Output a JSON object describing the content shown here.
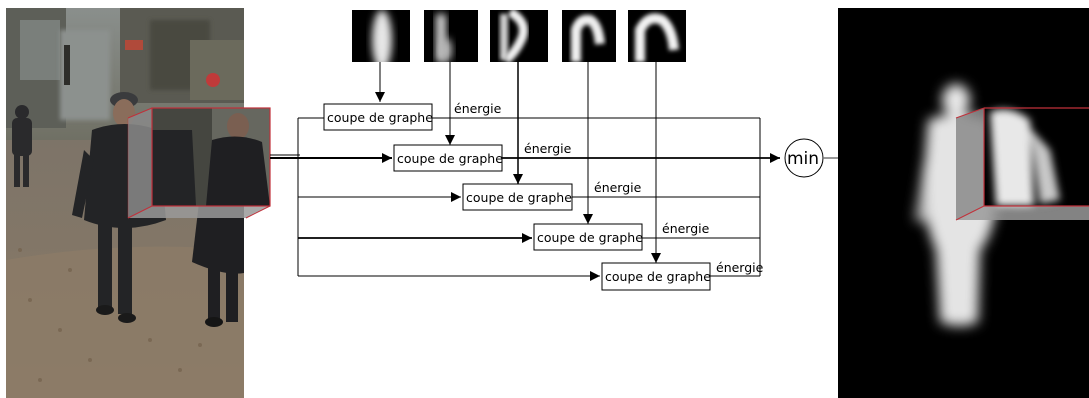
{
  "graph_cut_boxes": [
    {
      "label": "coupe de graphe"
    },
    {
      "label": "coupe de graphe"
    },
    {
      "label": "coupe de graphe"
    },
    {
      "label": "coupe de graphe"
    },
    {
      "label": "coupe de graphe"
    }
  ],
  "energy_labels": [
    "énergie",
    "énergie",
    "énergie",
    "énergie",
    "énergie"
  ],
  "min_node": {
    "label": "min"
  },
  "photo": {
    "description_hidden": true
  },
  "shape_templates_count": 5
}
